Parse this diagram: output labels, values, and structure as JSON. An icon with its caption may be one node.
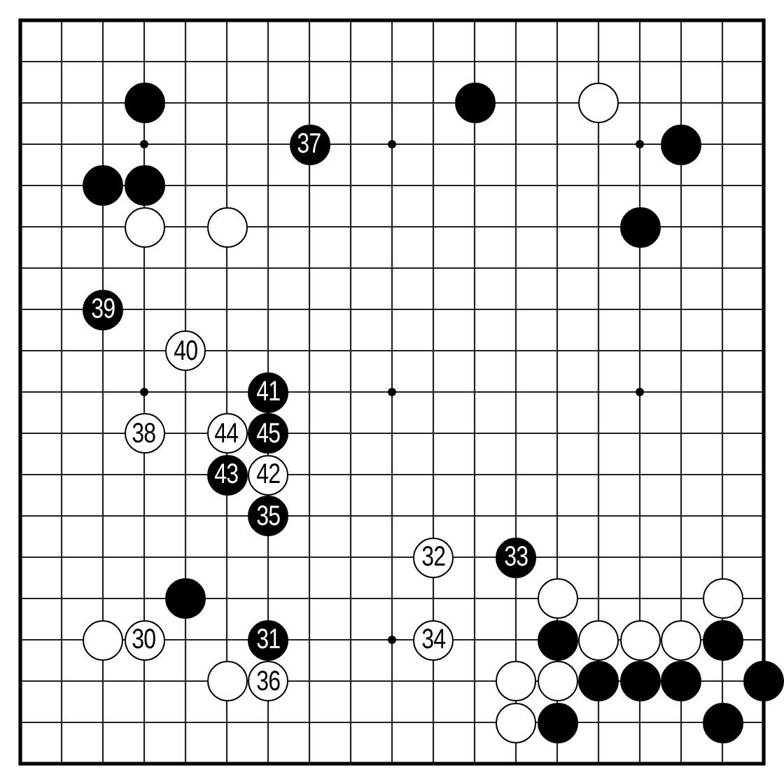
{
  "diagram": {
    "nodes": [
      {
        "text": [],
        "shape": "circle"
      },
      {
        "text": [],
        "shape": "circle"
      },
      {
        "text": [],
        "shape": "circle"
      },
      {
        "text": [
          "37"
        ]
      },
      {
        "text": [],
        "shape": "circle"
      },
      {
        "text": [],
        "shape": "circle"
      },
      {
        "text": [],
        "shape": "circle"
      },
      {
        "text": [],
        "shape": "circle"
      },
      {
        "text": [],
        "shape": "circle"
      },
      {
        "text": [],
        "shape": "circle"
      },
      {
        "text": [
          "39"
        ]
      },
      {
        "text": [
          "40"
        ]
      },
      {
        "text": [
          "41"
        ]
      },
      {
        "text": [
          "38"
        ]
      },
      {
        "text": [
          "44"
        ]
      },
      {
        "text": [
          "45"
        ]
      },
      {
        "text": [
          "43"
        ]
      },
      {
        "text": [
          "42"
        ]
      },
      {
        "text": [
          "35"
        ]
      },
      {
        "text": [
          "32"
        ]
      },
      {
        "text": [
          "33"
        ]
      },
      {
        "text": [],
        "shape": "circle"
      },
      {
        "text": [],
        "shape": "circle"
      },
      {
        "text": [],
        "shape": "circle"
      },
      {
        "text": [],
        "shape": "circle"
      },
      {
        "text": [
          "30"
        ]
      },
      {
        "text": [
          "31"
        ]
      },
      {
        "text": [
          "34"
        ]
      },
      {
        "text": [],
        "shape": "circle"
      },
      {
        "text": [],
        "shape": "circle"
      },
      {
        "text": [],
        "shape": "circle"
      },
      {
        "text": [],
        "shape": "circle"
      },
      {
        "text": [],
        "shape": "circle"
      },
      {
        "text": [],
        "shape": "circle"
      },
      {
        "text": [
          "36"
        ]
      },
      {
        "text": [],
        "shape": "circle"
      },
      {
        "text": [],
        "shape": "circle"
      },
      {
        "text": [],
        "shape": "circle"
      },
      {
        "text": [],
        "shape": "circle"
      },
      {
        "text": [],
        "shape": "circle"
      },
      {
        "text": [],
        "shape": "circle"
      },
      {
        "text": [],
        "shape": "circle"
      },
      {
        "text": [],
        "shape": "circle"
      },
      {
        "text": [],
        "shape": "circle"
      }
    ]
  }
}
